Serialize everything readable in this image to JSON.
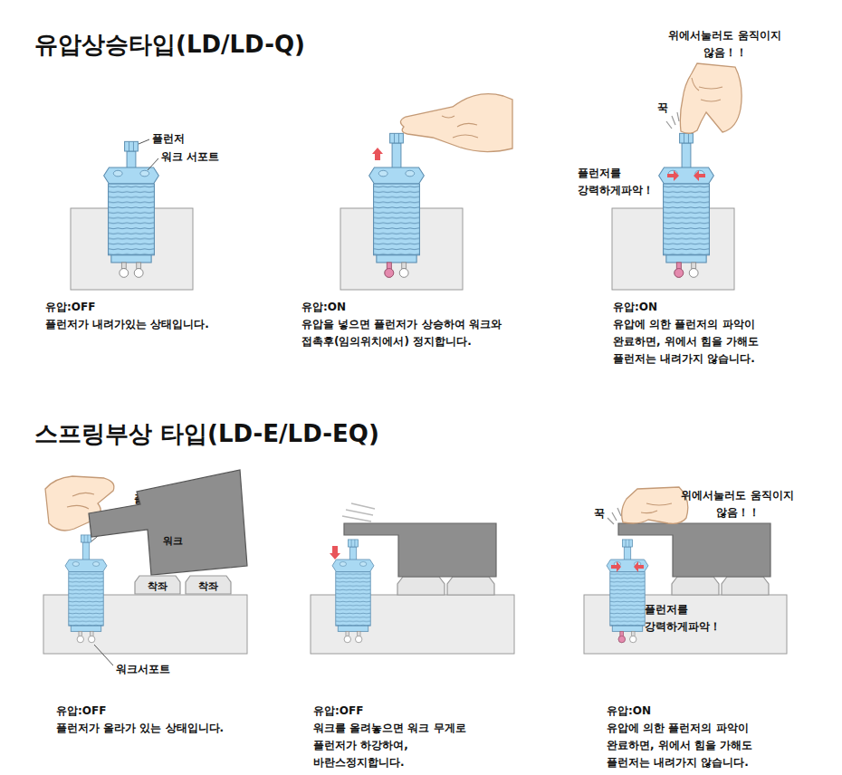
{
  "diagram": {
    "title": "유압상승타입(LD/LD-Q)",
    "nodes": [
      {
        "text": [
          "워크"
        ]
      },
      {
        "text": [
          "착좌"
        ]
      },
      {
        "text": [
          "착좌"
        ]
      }
    ],
    "labels": [
      "플런저",
      "워크 서포트",
      "유압:OFF",
      "플런저가 내려가있는 상태입니다.",
      "유압:ON",
      "유압을 넣으면 플런저가 상승하여 워크와 접촉후(임의위치에서) 정지합니다.",
      "위에서눌러도 움직이지 않음！！",
      "꾹",
      "플런저를 강력하게파악！",
      "유압:ON",
      "유압에 의한 플런저의 파악이 완료하면, 위에서 힘을 가해도 플런저는 내려가지 않습니다.",
      "스프링부상 타입(LD-E/LD-EQ)",
      "플런저",
      "워크서포트",
      "유압:OFF",
      "플런저가 올라가 있는 상태입니다.",
      "유압:OFF",
      "워크를 올려놓으면 워크 무게로 플런저가 하강하여, 바란스정지합니다.",
      "위에서눌러도 움직이지 않음！！",
      "꾹",
      "플런저를 강력하게파악！",
      "유압:ON",
      "유압에 의한 플런저의 파악이 완료하면, 위에서 힘을 가해도 플런저는 내려가지 않습니다."
    ]
  }
}
